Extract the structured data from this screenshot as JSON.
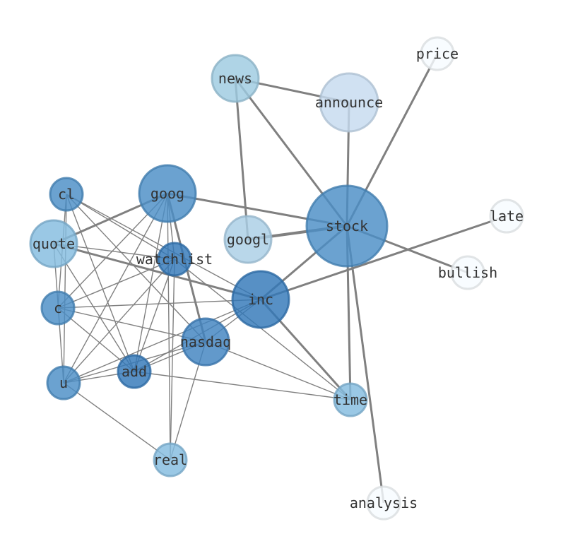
{
  "nodes": [
    {
      "id": "news",
      "label": "news",
      "weight": 4,
      "color": "#9ecae1"
    },
    {
      "id": "announce",
      "label": "announce",
      "weight": 5,
      "color": "#c6dbef"
    },
    {
      "id": "price",
      "label": "price",
      "weight": 1,
      "color": "#f7fbff"
    },
    {
      "id": "goog",
      "label": "goog",
      "weight": 5,
      "color": "#4a8ec6"
    },
    {
      "id": "cl",
      "label": "cl",
      "weight": 3,
      "color": "#4a8ec6"
    },
    {
      "id": "quote",
      "label": "quote",
      "weight": 4,
      "color": "#84bcdf"
    },
    {
      "id": "googl",
      "label": "googl",
      "weight": 4,
      "color": "#a9cee5"
    },
    {
      "id": "stock",
      "label": "stock",
      "weight": 7,
      "color": "#4a8ec6"
    },
    {
      "id": "late",
      "label": "late",
      "weight": 1,
      "color": "#f7fbff"
    },
    {
      "id": "watchlist",
      "label": "watchlist",
      "weight": 3,
      "color": "#3277b8"
    },
    {
      "id": "bullish",
      "label": "bullish",
      "weight": 1,
      "color": "#f7fbff"
    },
    {
      "id": "c",
      "label": "c",
      "weight": 3,
      "color": "#4a8ec6"
    },
    {
      "id": "inc",
      "label": "inc",
      "weight": 5,
      "color": "#3277b8"
    },
    {
      "id": "nasdaq",
      "label": "nasdaq",
      "weight": 4,
      "color": "#3f82c0"
    },
    {
      "id": "add",
      "label": "add",
      "weight": 3,
      "color": "#3277b8"
    },
    {
      "id": "u",
      "label": "u",
      "weight": 3,
      "color": "#4a8ec6"
    },
    {
      "id": "time",
      "label": "time",
      "weight": 3,
      "color": "#84bcdf"
    },
    {
      "id": "real",
      "label": "real",
      "weight": 3,
      "color": "#84bcdf"
    },
    {
      "id": "analysis",
      "label": "analysis",
      "weight": 1,
      "color": "#f7fbff"
    }
  ],
  "edges": [
    {
      "source": "news",
      "target": "announce",
      "weight": 2
    },
    {
      "source": "news",
      "target": "stock",
      "weight": 2
    },
    {
      "source": "news",
      "target": "googl",
      "weight": 2
    },
    {
      "source": "announce",
      "target": "stock",
      "weight": 2
    },
    {
      "source": "price",
      "target": "stock",
      "weight": 2
    },
    {
      "source": "stock",
      "target": "goog",
      "weight": 2
    },
    {
      "source": "stock",
      "target": "googl",
      "weight": 4
    },
    {
      "source": "stock",
      "target": "bullish",
      "weight": 2
    },
    {
      "source": "stock",
      "target": "inc",
      "weight": 2
    },
    {
      "source": "stock",
      "target": "time",
      "weight": 2
    },
    {
      "source": "stock",
      "target": "analysis",
      "weight": 2
    },
    {
      "source": "late",
      "target": "inc",
      "weight": 2
    },
    {
      "source": "goog",
      "target": "quote",
      "weight": 2
    },
    {
      "source": "goog",
      "target": "nasdaq",
      "weight": 2
    },
    {
      "source": "goog",
      "target": "c",
      "weight": 1
    },
    {
      "source": "goog",
      "target": "add",
      "weight": 1
    },
    {
      "source": "goog",
      "target": "u",
      "weight": 1
    },
    {
      "source": "goog",
      "target": "real",
      "weight": 1
    },
    {
      "source": "goog",
      "target": "watchlist",
      "weight": 1
    },
    {
      "source": "cl",
      "target": "watchlist",
      "weight": 1
    },
    {
      "source": "cl",
      "target": "inc",
      "weight": 1
    },
    {
      "source": "cl",
      "target": "nasdaq",
      "weight": 1
    },
    {
      "source": "cl",
      "target": "add",
      "weight": 1
    },
    {
      "source": "cl",
      "target": "u",
      "weight": 1
    },
    {
      "source": "cl",
      "target": "c",
      "weight": 1
    },
    {
      "source": "quote",
      "target": "watchlist",
      "weight": 1
    },
    {
      "source": "quote",
      "target": "inc",
      "weight": 2
    },
    {
      "source": "quote",
      "target": "add",
      "weight": 1
    },
    {
      "source": "quote",
      "target": "u",
      "weight": 1
    },
    {
      "source": "watchlist",
      "target": "c",
      "weight": 1
    },
    {
      "source": "watchlist",
      "target": "add",
      "weight": 1
    },
    {
      "source": "watchlist",
      "target": "u",
      "weight": 1
    },
    {
      "source": "watchlist",
      "target": "real",
      "weight": 1
    },
    {
      "source": "watchlist",
      "target": "time",
      "weight": 1
    },
    {
      "source": "inc",
      "target": "c",
      "weight": 1
    },
    {
      "source": "inc",
      "target": "add",
      "weight": 1
    },
    {
      "source": "inc",
      "target": "u",
      "weight": 1
    },
    {
      "source": "inc",
      "target": "nasdaq",
      "weight": 1
    },
    {
      "source": "inc",
      "target": "time",
      "weight": 2
    },
    {
      "source": "c",
      "target": "nasdaq",
      "weight": 1
    },
    {
      "source": "c",
      "target": "add",
      "weight": 1
    },
    {
      "source": "nasdaq",
      "target": "add",
      "weight": 1
    },
    {
      "source": "nasdaq",
      "target": "u",
      "weight": 1
    },
    {
      "source": "nasdaq",
      "target": "time",
      "weight": 1
    },
    {
      "source": "nasdaq",
      "target": "real",
      "weight": 1
    },
    {
      "source": "add",
      "target": "u",
      "weight": 1
    },
    {
      "source": "add",
      "target": "time",
      "weight": 1
    },
    {
      "source": "u",
      "target": "real",
      "weight": 1
    }
  ]
}
